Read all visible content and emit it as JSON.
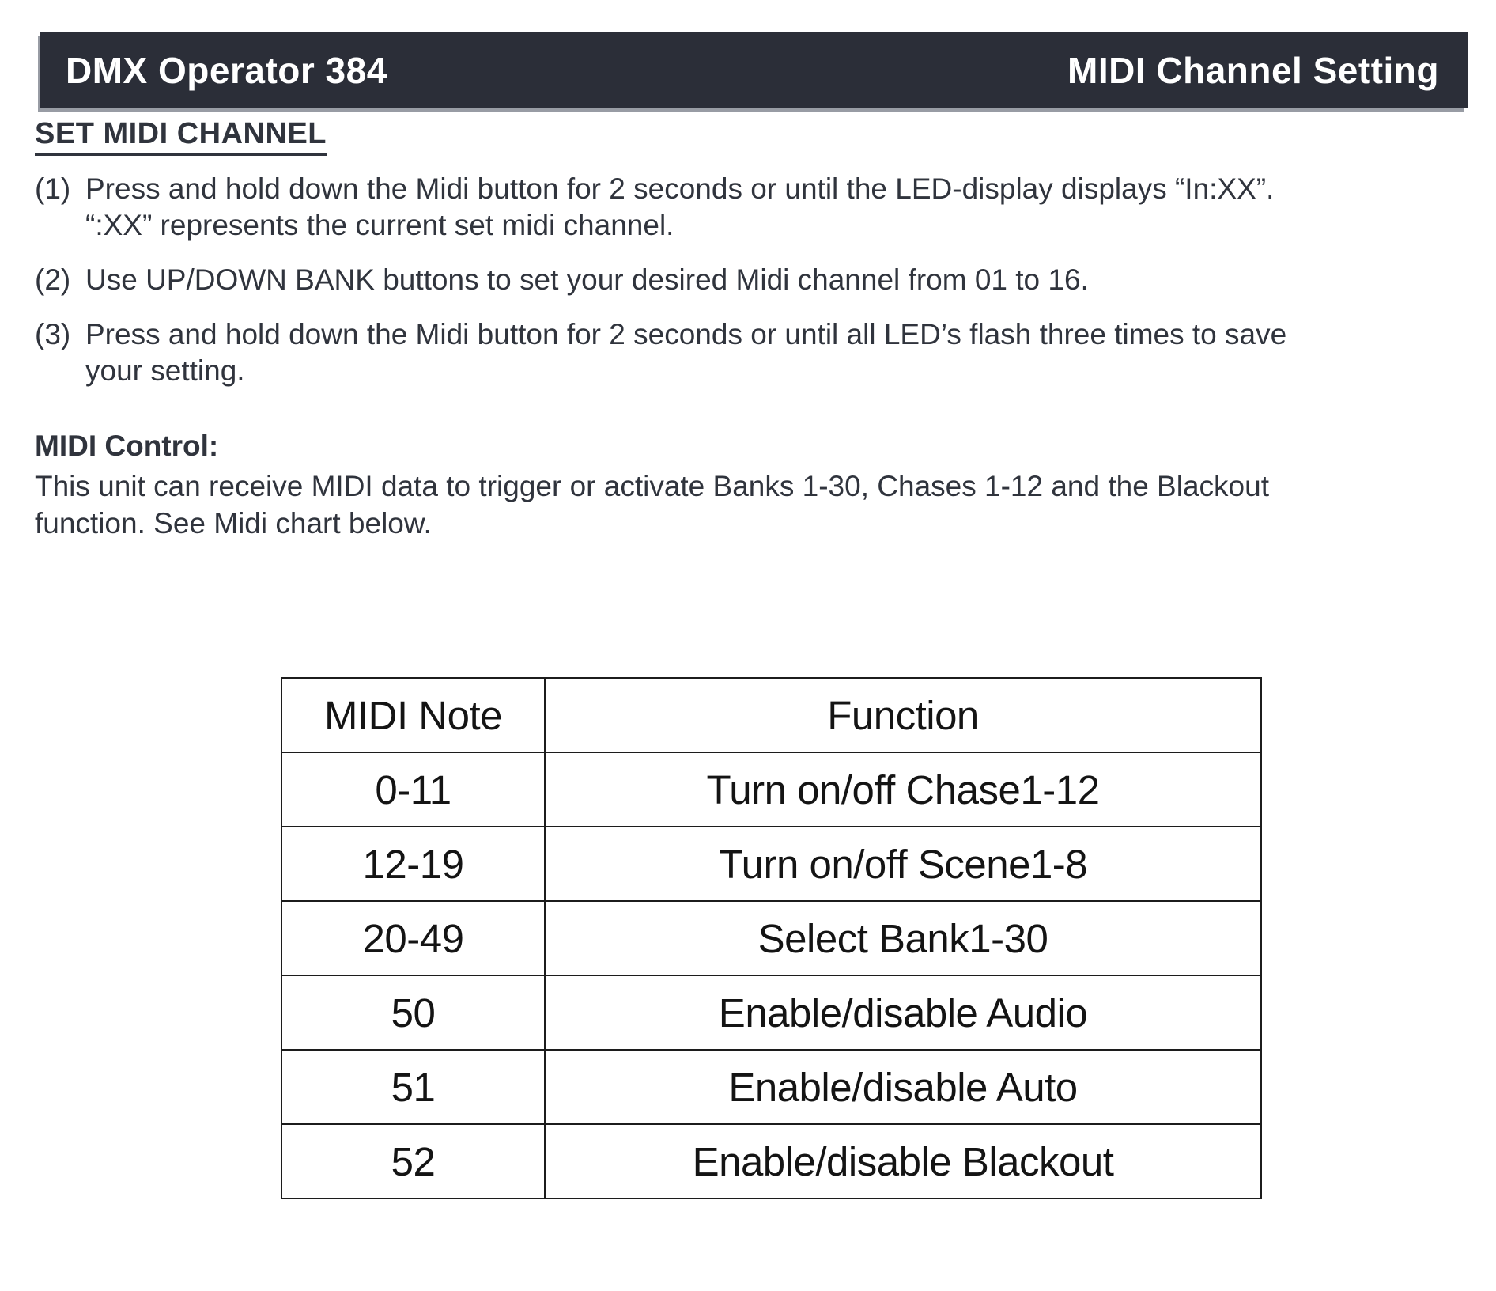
{
  "header": {
    "product": "DMX Operator 384",
    "section": "MIDI Channel Setting"
  },
  "page": {
    "heading": "SET MIDI CHANNEL",
    "instructions": [
      {
        "num": "(1)",
        "lines": [
          "Press and hold down the Midi button for 2 seconds or until the LED-display displays “In:XX”.",
          "“:XX” represents the current set midi channel."
        ]
      },
      {
        "num": "(2)",
        "lines": [
          "Use UP/DOWN BANK buttons to set your desired Midi channel from 01 to 16."
        ]
      },
      {
        "num": "(3)",
        "lines": [
          "Press and hold down the Midi button for 2 seconds or until all LED’s flash three times to save",
          "your setting."
        ]
      }
    ],
    "midi_control": {
      "label": "MIDI Control:",
      "lines": [
        "This unit can receive MIDI data to trigger or activate Banks 1-30, Chases 1-12 and the Blackout",
        "function. See Midi chart below."
      ]
    }
  },
  "table": {
    "headers": [
      "MIDI Note",
      "Function"
    ],
    "rows": [
      {
        "note": "0-11",
        "function": "Turn on/off Chase1-12"
      },
      {
        "note": "12-19",
        "function": "Turn on/off Scene1-8"
      },
      {
        "note": "20-49",
        "function": "Select Bank1-30"
      },
      {
        "note": "50",
        "function": "Enable/disable Audio"
      },
      {
        "note": "51",
        "function": "Enable/disable Auto"
      },
      {
        "note": "52",
        "function": "Enable/disable Blackout"
      }
    ]
  },
  "colors": {
    "titlebar_bg": "#2b2e38",
    "titlebar_text": "#ffffff",
    "body_text": "#30343d",
    "table_text": "#141414",
    "table_border": "#1c1c1c"
  }
}
